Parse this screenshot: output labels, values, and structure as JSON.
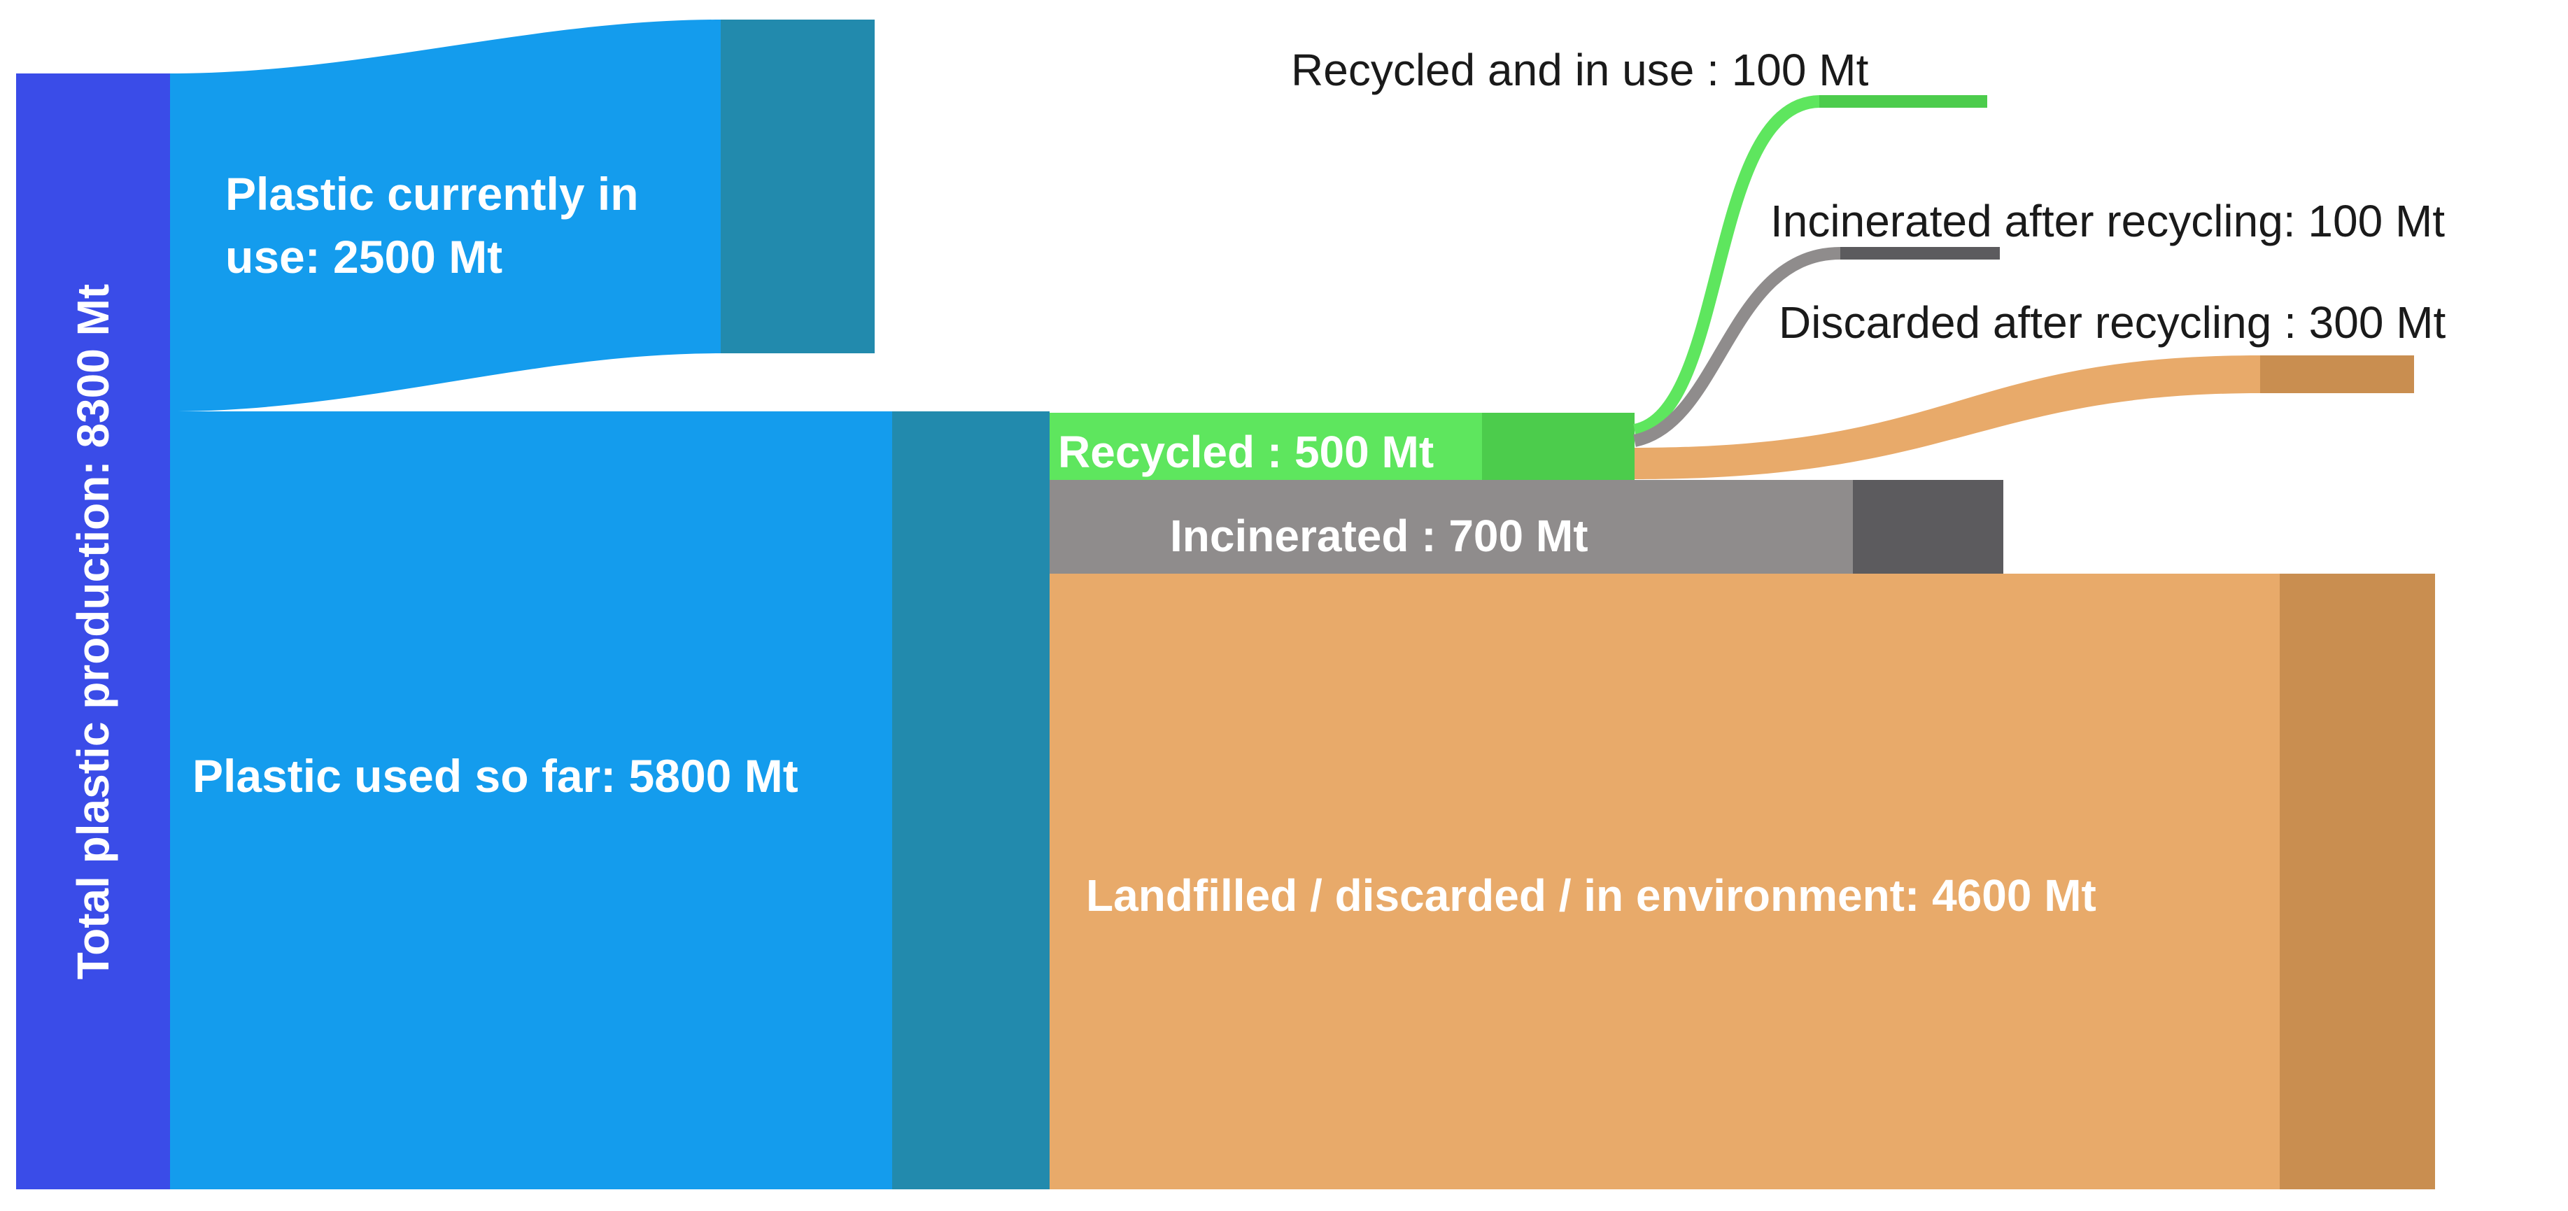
{
  "diagram": {
    "unit": "Mt",
    "colors": {
      "production": "#3a4ce8",
      "plastic_blue": "#149ced",
      "plastic_blue_dark": "#228aad",
      "recycled_green": "#4ccc4c",
      "recycled_green_light": "#5ee65e",
      "incinerated_gray": "#8f8c8c",
      "incinerated_gray_dark": "#5c5b5e",
      "landfill_orange": "#e8aa6a",
      "landfill_orange_dark": "#c98e50"
    },
    "nodes": {
      "total_production": {
        "label": "Total plastic production: 8300 Mt",
        "value": 8300
      },
      "in_use": {
        "label_line1": "Plastic currently in",
        "label_line2": "use: 2500 Mt",
        "value": 2500
      },
      "used_so_far": {
        "label": "Plastic used so far: 5800 Mt",
        "value": 5800
      },
      "recycled": {
        "label": "Recycled : 500 Mt",
        "value": 500
      },
      "incinerated": {
        "label": "Incinerated : 700 Mt",
        "value": 700
      },
      "landfilled": {
        "label": "Landfilled / discarded / in environment: 4600 Mt",
        "value": 4600
      },
      "recycled_in_use": {
        "label": "Recycled and in use : 100 Mt",
        "value": 100
      },
      "incinerated_after_recycling": {
        "label": "Incinerated after recycling: 100 Mt",
        "value": 100
      },
      "discarded_after_recycling": {
        "label": "Discarded after recycling : 300 Mt",
        "value": 300
      }
    }
  }
}
